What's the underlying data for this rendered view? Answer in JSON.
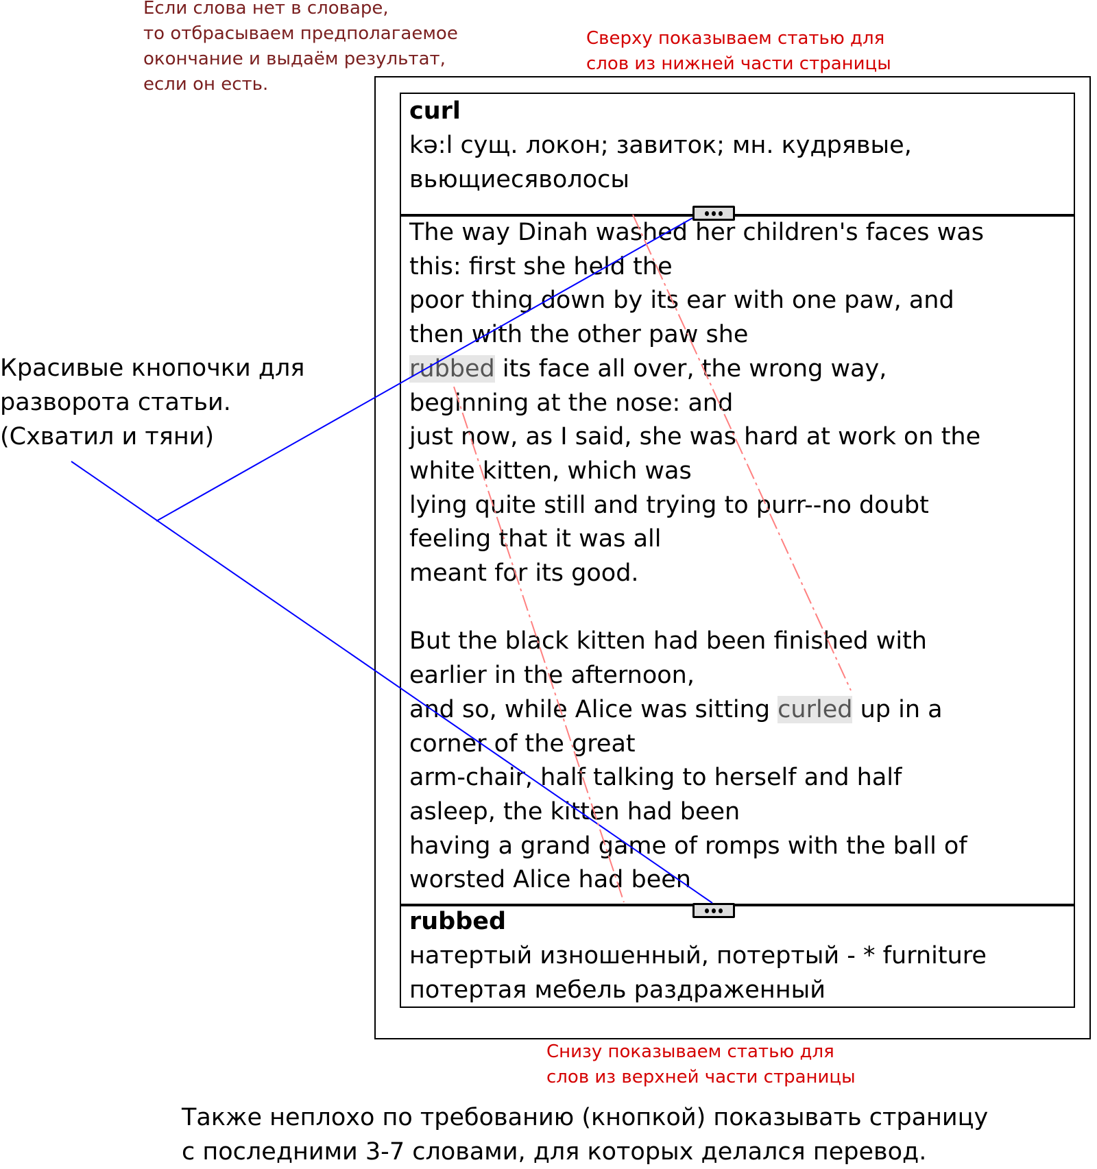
{
  "annotations": {
    "stem_note": "Если слова нет в словаре,\nто отбрасываем предполагаемое\nокончание и выдаём результат,\nесли он есть.",
    "top_note": "Сверху показываем статью для\nслов из нижней части страницы",
    "bottom_note": "Снизу показываем статью для\nслов из верхней части страницы",
    "buttons_note": "Красивые кнопочки для\nразворота статьи.\n(Схватил и тяни)",
    "footer_note": "Также неплохо по требованию (кнопкой) показывать страницу\nс последними 3-7 словами, для которых делался перевод."
  },
  "top_entry": {
    "word": "curl",
    "definition": "kə:l  сущ. локон; завиток; мн. кудрявые, вьющиесяволосы"
  },
  "bottom_entry": {
    "word": "rubbed",
    "definition": "натертый изношенный, потертый - * furniture потертая мебель раздраженный"
  },
  "reader": {
    "lines_before_rubbed": "The way Dinah washed her children's faces was\nthis: first she held the\npoor thing down by its ear with one paw, and\nthen with the other paw she\n",
    "highlight_1": "rubbed",
    "lines_after_rubbed": " its face all over, the wrong way,\nbeginning at the nose: and\njust now, as I said, she was hard at work on the\nwhite kitten, which was\nlying quite still and trying to purr--no doubt\nfeeling that it was all\nmeant for its good.\n\nBut the black kitten had been finished with\nearlier in the afternoon,\nand so, while Alice was sitting ",
    "highlight_2": "curled",
    "lines_after_curled": " up in a\ncorner of the great\narm-chair, half talking to herself and half\nasleep, the kitten had been\nhaving a grand game of romps with the ball of\nworsted Alice had been"
  },
  "colors": {
    "connector": "#0000ff",
    "pointer": "#ff8080",
    "highlight": "#e6e6e6"
  }
}
